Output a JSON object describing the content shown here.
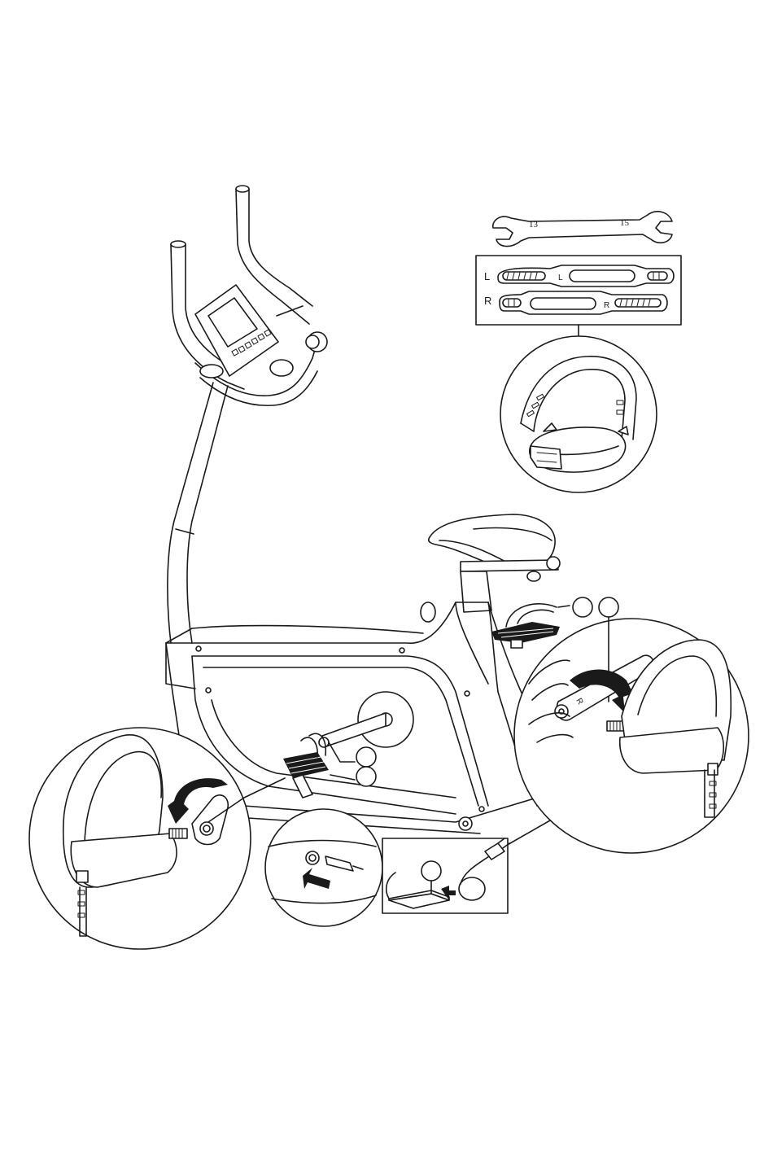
{
  "wrench": {
    "left_size": "13",
    "right_size": "15"
  },
  "strap_box": {
    "row_left_side_letter": "L",
    "row_left_strap_letter": "L",
    "row_right_side_letter": "R",
    "row_right_strap_letter": "R"
  },
  "crank_label": "R",
  "icons": [
    "rotate-arrow",
    "insert-arrow",
    "power-adapter",
    "plug"
  ]
}
